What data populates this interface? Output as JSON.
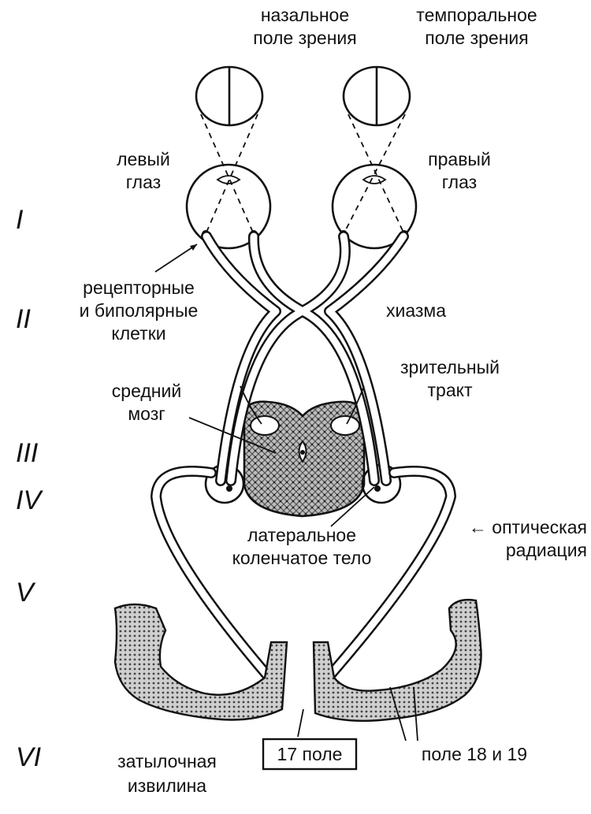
{
  "labels": {
    "nasal_field": [
      "назальное",
      "поле зрения"
    ],
    "temporal_field": [
      "темпоральное",
      "поле зрения"
    ],
    "left_eye": [
      "левый",
      "глаз"
    ],
    "right_eye": [
      "правый",
      "глаз"
    ],
    "receptor_cells": [
      "рецепторные",
      "и биполярные",
      "клетки"
    ],
    "chiasm": "хиазма",
    "optic_tract": [
      "зрительный",
      "тракт"
    ],
    "midbrain": [
      "средний",
      "мозг"
    ],
    "lgn": [
      "латеральное",
      "коленчатое тело"
    ],
    "optic_radiation": [
      "← оптическая",
      "радиация"
    ],
    "occipital_gyrus": [
      "затылочная",
      "извилина"
    ],
    "area17": "17 поле",
    "area18_19": "поле 18 и 19"
  },
  "levels": [
    "I",
    "II",
    "III",
    "IV",
    "V",
    "VI"
  ]
}
